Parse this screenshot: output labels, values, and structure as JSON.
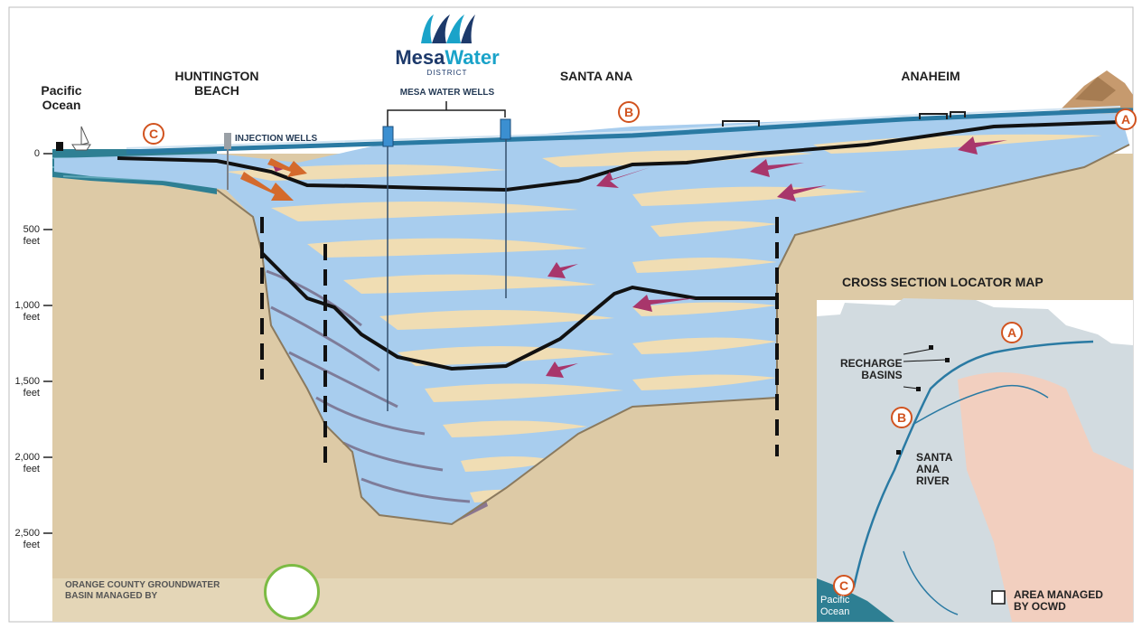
{
  "labels": {
    "pacific_ocean": "Pacific\nOcean",
    "huntington_beach": "HUNTINGTON\nBEACH",
    "santa_ana": "SANTA ANA",
    "anaheim": "ANAHEIM",
    "injection_wells": "INJECTION WELLS",
    "mesa_water_wells": "MESA WATER WELLS",
    "ocgwb_managed_by": "ORANGE COUNTY GROUNDWATER\nBASIN MANAGED BY"
  },
  "logo": {
    "name_part1": "Mesa",
    "name_part2": "Water",
    "district": "DISTRICT",
    "colors": {
      "dark": "#1d3a6b",
      "teal": "#1aa3c9"
    }
  },
  "depth_axis": [
    {
      "value": "0",
      "unit": ""
    },
    {
      "value": "500",
      "unit": "feet"
    },
    {
      "value": "1,000",
      "unit": "feet"
    },
    {
      "value": "1,500",
      "unit": "feet"
    },
    {
      "value": "2,000",
      "unit": "feet"
    },
    {
      "value": "2,500",
      "unit": "feet"
    }
  ],
  "markers": {
    "a": "A",
    "b": "B",
    "c": "C"
  },
  "locator_map": {
    "title": "CROSS SECTION LOCATOR MAP",
    "recharge_basins": "RECHARGE\nBASINS",
    "santa_ana_river": "SANTA\nANA\nRIVER",
    "pacific_ocean": "Pacific\nOcean",
    "legend": "AREA MANAGED\nBY OCWD"
  },
  "colors": {
    "sky": "#ffffff",
    "soil": "#ddcaa6",
    "water": "#a8cdee",
    "sand": "#f4deb0",
    "clay": "#8a7590",
    "ocean": "#2e7f93",
    "arrow": "#a8366b",
    "injection_arrow": "#d46a2c",
    "map_bg": "#d2dbe0",
    "map_pink": "#f2cfbf"
  }
}
